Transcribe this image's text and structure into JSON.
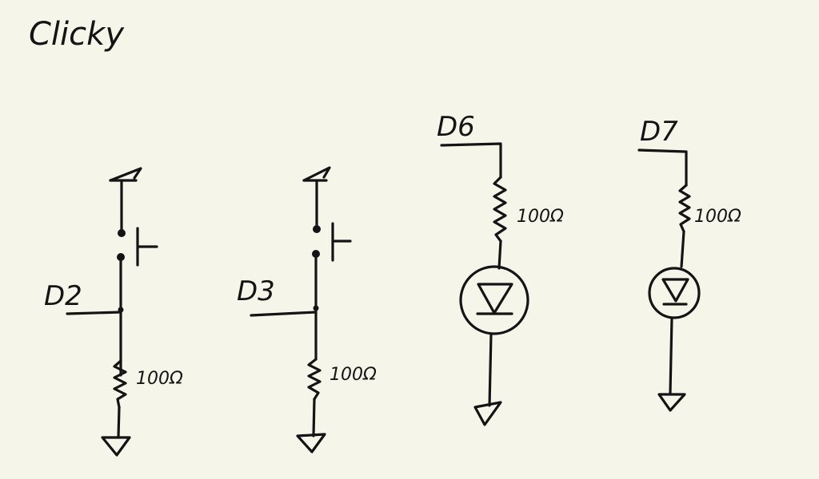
{
  "title": "Clicky",
  "circuits": [
    {
      "type": "button",
      "net_label": "D2",
      "resistor_label": "100Ω"
    },
    {
      "type": "button",
      "net_label": "D3",
      "resistor_label": "100Ω"
    },
    {
      "type": "led",
      "net_label": "D6",
      "resistor_label": "100Ω"
    },
    {
      "type": "led",
      "net_label": "D7",
      "resistor_label": "100Ω"
    }
  ]
}
